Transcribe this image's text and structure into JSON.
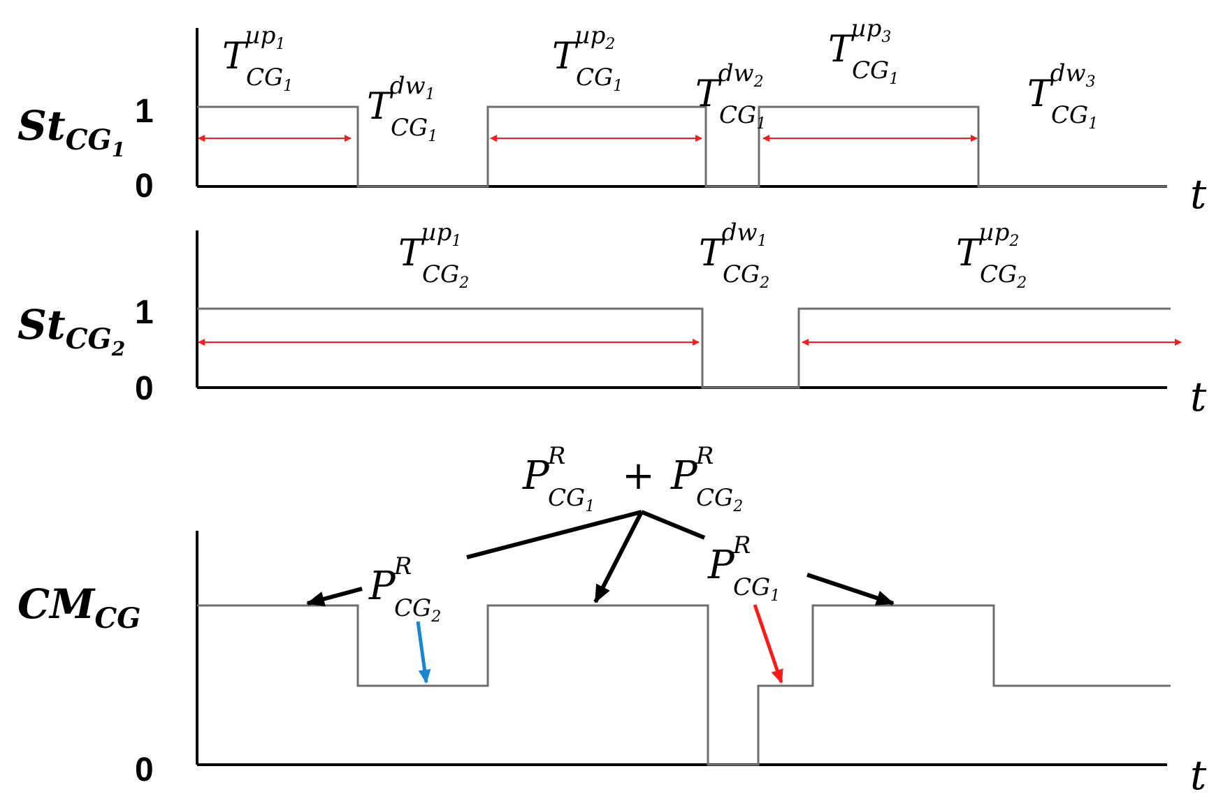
{
  "panel1": {
    "ylabel": "St",
    "ylabel_sub": "CG",
    "ylabel_subsub": "1",
    "tick_one": "1",
    "tick_zero": "0",
    "axis_end": "t",
    "durations": [
      {
        "base": "T",
        "sup": "up",
        "supsub": "1",
        "sub": "CG",
        "subsub": "1"
      },
      {
        "base": "T",
        "sup": "dw",
        "supsub": "1",
        "sub": "CG",
        "subsub": "1"
      },
      {
        "base": "T",
        "sup": "up",
        "supsub": "2",
        "sub": "CG",
        "subsub": "1"
      },
      {
        "base": "T",
        "sup": "dw",
        "supsub": "2",
        "sub": "CG",
        "subsub": "1"
      },
      {
        "base": "T",
        "sup": "up",
        "supsub": "3",
        "sub": "CG",
        "subsub": "1"
      },
      {
        "base": "T",
        "sup": "dw",
        "supsub": "3",
        "sub": "CG",
        "subsub": "1"
      }
    ]
  },
  "panel2": {
    "ylabel": "St",
    "ylabel_sub": "CG",
    "ylabel_subsub": "2",
    "tick_one": "1",
    "tick_zero": "0",
    "axis_end": "t",
    "durations": [
      {
        "base": "T",
        "sup": "up",
        "supsub": "1",
        "sub": "CG",
        "subsub": "2"
      },
      {
        "base": "T",
        "sup": "dw",
        "supsub": "1",
        "sub": "CG",
        "subsub": "2"
      },
      {
        "base": "T",
        "sup": "up",
        "supsub": "2",
        "sub": "CG",
        "subsub": "2"
      }
    ]
  },
  "panel3": {
    "ylabel": "CM",
    "ylabel_sub": "CG",
    "tick_zero": "0",
    "axis_end": "t",
    "sum_label": {
      "p1": "P",
      "p1_sup": "R",
      "p1_sub": "CG",
      "p1_subsub": "1",
      "plus": "+",
      "p2": "P",
      "p2_sup": "R",
      "p2_sub": "CG",
      "p2_subsub": "2"
    },
    "label_cg2": {
      "base": "P",
      "sup": "R",
      "sub": "CG",
      "subsub": "2"
    },
    "label_cg1": {
      "base": "P",
      "sup": "R",
      "sub": "CG",
      "subsub": "1"
    }
  },
  "colors": {
    "signal": "#6e6e6e",
    "duration_arrow": "#ff1a1a",
    "cg2_pointer": "#1a86d0",
    "cg1_pointer": "#ff1a1a",
    "sum_pointer": "#000000"
  }
}
